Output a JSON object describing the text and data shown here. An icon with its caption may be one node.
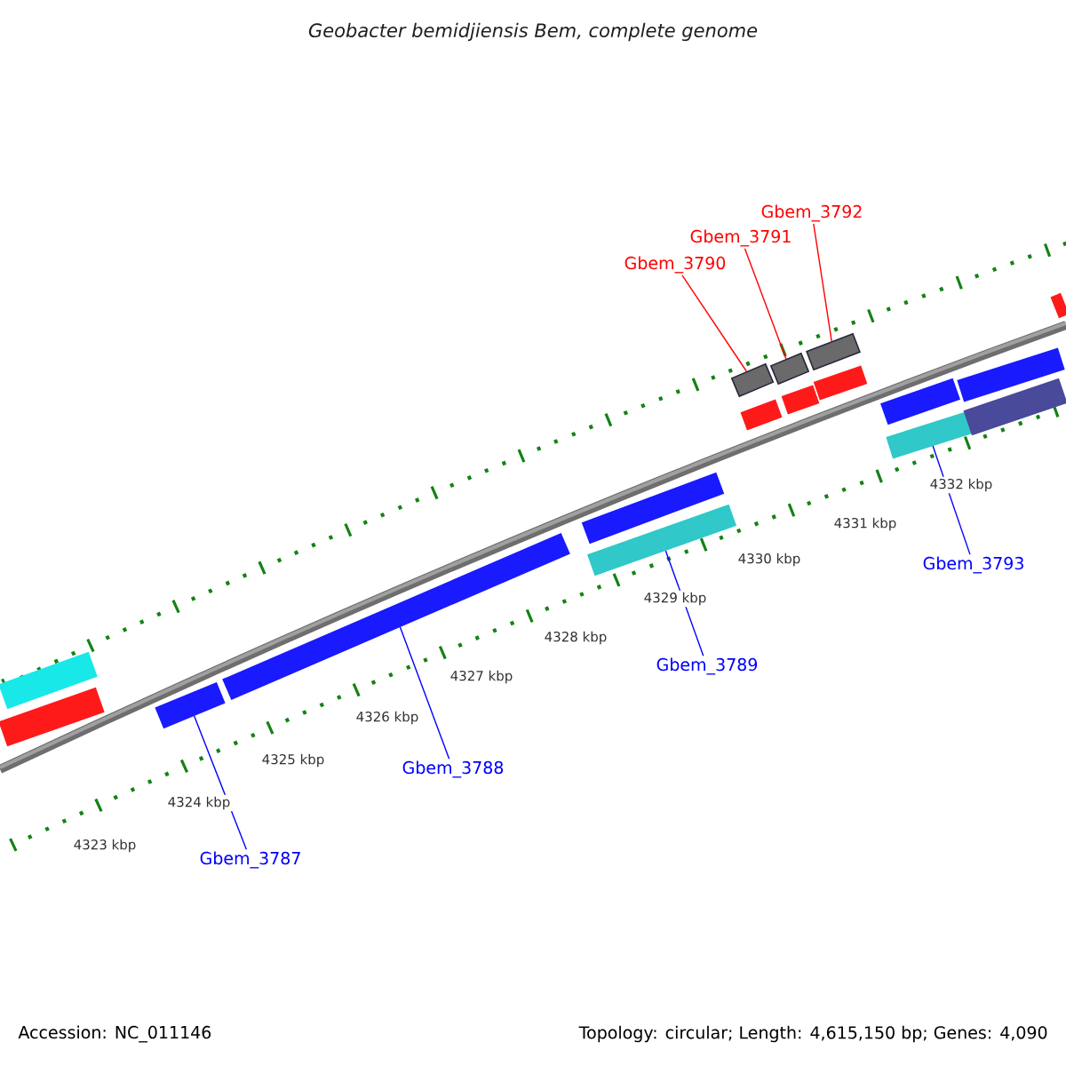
{
  "diagram": {
    "title": "Geobacter bemidjiensis Bem, complete genome",
    "nodes": [
      {
        "text": [
          "Gbem_3792"
        ]
      },
      {
        "text": [
          "Gbem_3791"
        ]
      },
      {
        "text": [
          "Gbem_3790"
        ]
      },
      {
        "text": [
          "Gbem_3793"
        ]
      },
      {
        "text": [
          "Gbem_3789"
        ]
      },
      {
        "text": [
          "Gbem_3788"
        ]
      },
      {
        "text": [
          "Gbem_3787"
        ]
      },
      {
        "text": [],
        "shape": "bar"
      },
      {
        "text": [],
        "shape": "bar"
      },
      {
        "text": [],
        "shape": "bar"
      },
      {
        "text": [],
        "shape": "bar"
      },
      {
        "text": [],
        "shape": "bar"
      },
      {
        "text": [],
        "shape": "bar"
      },
      {
        "text": [],
        "shape": "bar"
      },
      {
        "text": [],
        "shape": "bar"
      },
      {
        "text": [],
        "shape": "bar"
      },
      {
        "text": [],
        "shape": "bar"
      },
      {
        "text": [],
        "shape": "bar"
      },
      {
        "text": [],
        "shape": "bar"
      },
      {
        "text": [],
        "shape": "bar"
      },
      {
        "text": [],
        "shape": "bar"
      },
      {
        "text": [],
        "shape": "bar"
      },
      {
        "text": [],
        "shape": "bar"
      },
      {
        "text": [],
        "shape": "bar"
      }
    ],
    "edges": [
      {
        "from": 0,
        "to": 17,
        "arrow": "none",
        "color": "#ff0000"
      },
      {
        "from": 1,
        "to": 15,
        "arrow": "none",
        "color": "#ff0000"
      },
      {
        "from": 2,
        "to": 13,
        "arrow": "none",
        "color": "#ff0000"
      },
      {
        "from": 3,
        "to": 20,
        "arrow": "none"
      },
      {
        "from": 4,
        "to": 12,
        "arrow": "none"
      },
      {
        "from": 5,
        "to": 10,
        "arrow": "none"
      },
      {
        "from": 6,
        "to": 9,
        "arrow": "none"
      }
    ],
    "labels": [
      "4332 kbp",
      "4331 kbp",
      "4330 kbp",
      "4329 kbp",
      "4328 kbp",
      "4327 kbp",
      "4326 kbp",
      "4325 kbp",
      "4324 kbp",
      "4323 kbp",
      "Accession: NC_011146",
      "Topology: circular; Length: 4,615,150 bp; Genes: 4,090"
    ]
  }
}
